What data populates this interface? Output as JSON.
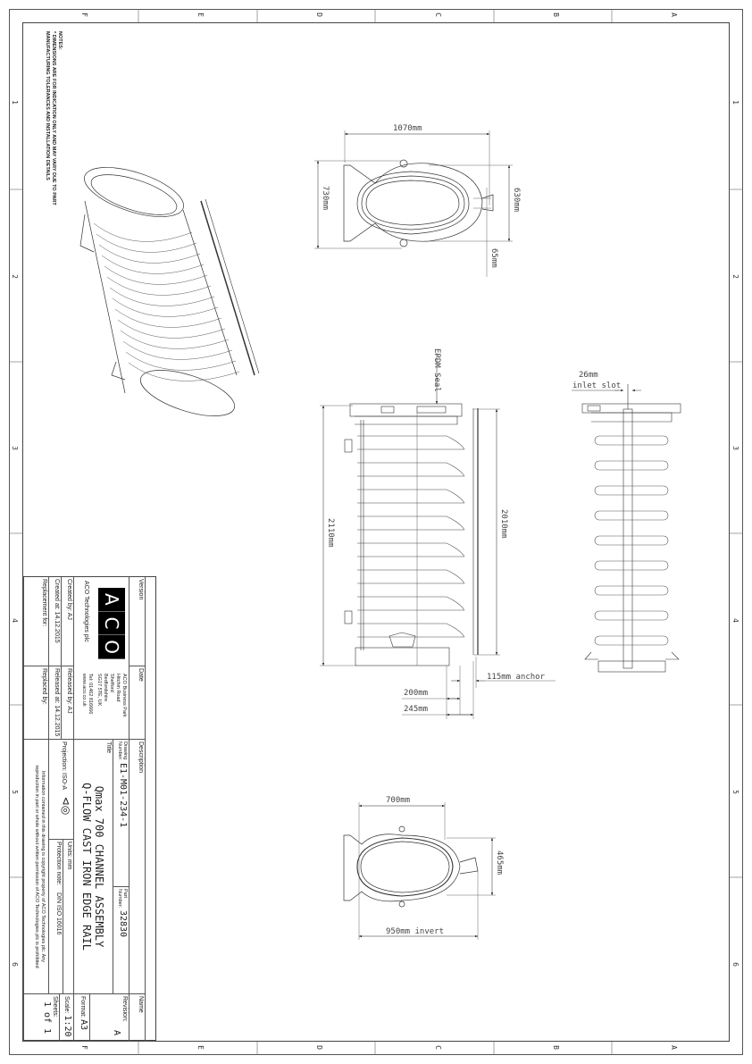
{
  "border": {
    "columns": [
      "F",
      "E",
      "D",
      "C",
      "B",
      "A"
    ],
    "rows": [
      "1",
      "2",
      "3",
      "4",
      "5",
      "6"
    ]
  },
  "notes": {
    "heading": "NOTES:",
    "lines": [
      "* DIMENSIONS ARE FOR INDICATION ONLY AND MAY VARY DUE TO PART",
      "MANUFACTURING TOLERANCES AND INSTALLATION DETAILS"
    ]
  },
  "views": {
    "top_view": {
      "width": "1070mm",
      "height": "730mm",
      "inner": "630mm",
      "offset": "65mm"
    },
    "side_view": {
      "seal_label": "EPDM Seal",
      "overall_height": "2110mm",
      "body_height": "2010mm",
      "anchor": "115mm anchor",
      "dim_a": "200mm",
      "dim_b": "245mm"
    },
    "end_view": {
      "slot_width": "26mm",
      "slot_label": "inlet slot"
    },
    "bottom_view": {
      "width": "700mm",
      "invert": "950mm invert",
      "height": "465mm"
    }
  },
  "title_block": {
    "version_label": "Version",
    "date_label": "Date",
    "description_label": "Description",
    "name_label": "Name",
    "logo_letters": [
      "A",
      "C",
      "O"
    ],
    "company": "ACO Technologies plc",
    "address": [
      "ACO Business Park",
      "Hitchin Road",
      "Shefford",
      "Bedfordshire",
      "SG17 5TE, UK"
    ],
    "tel": "Tel: 01462 816666",
    "web": "www.aco.co.uk",
    "drawing_number_label": "Drawing Number:",
    "drawing_number": "E1-M01-234-1",
    "part_number_label": "Part Number:",
    "part_number": "32830",
    "revision_label": "Revision:",
    "revision": "A",
    "title_label": "Title",
    "title_line1": "Qmax 700 CHANNEL ASSEMBLY",
    "title_line2": "Q-FLOW CAST IRON EDGE RAIL",
    "created_by_label": "Created by:",
    "created_by": "AJ",
    "released_by_label": "Released by:",
    "released_by": "AJ",
    "created_at_label": "Created at:",
    "created_at": "14.12.2015",
    "released_at_label": "Released at:",
    "released_at": "14.12.2015",
    "replacement_for_label": "Replacement for:",
    "replaced_by_label": "Replaced by:",
    "projection_label": "Projection: ISO-A",
    "units_label": "Units: mm",
    "protection_label": "Protection note:",
    "protection_value": "DIN ISO 16016",
    "format_label": "Format:",
    "format": "A3",
    "scale_label": "Scale:",
    "scale": "1:20",
    "sheets_label": "Sheets:",
    "sheets": "1 of 1",
    "copyright": "Information contained in this drawing is copyright property of ACO Technologies plc. Any reproduction in part or whole without written permission of ACO Technologies plc is prohibited"
  }
}
